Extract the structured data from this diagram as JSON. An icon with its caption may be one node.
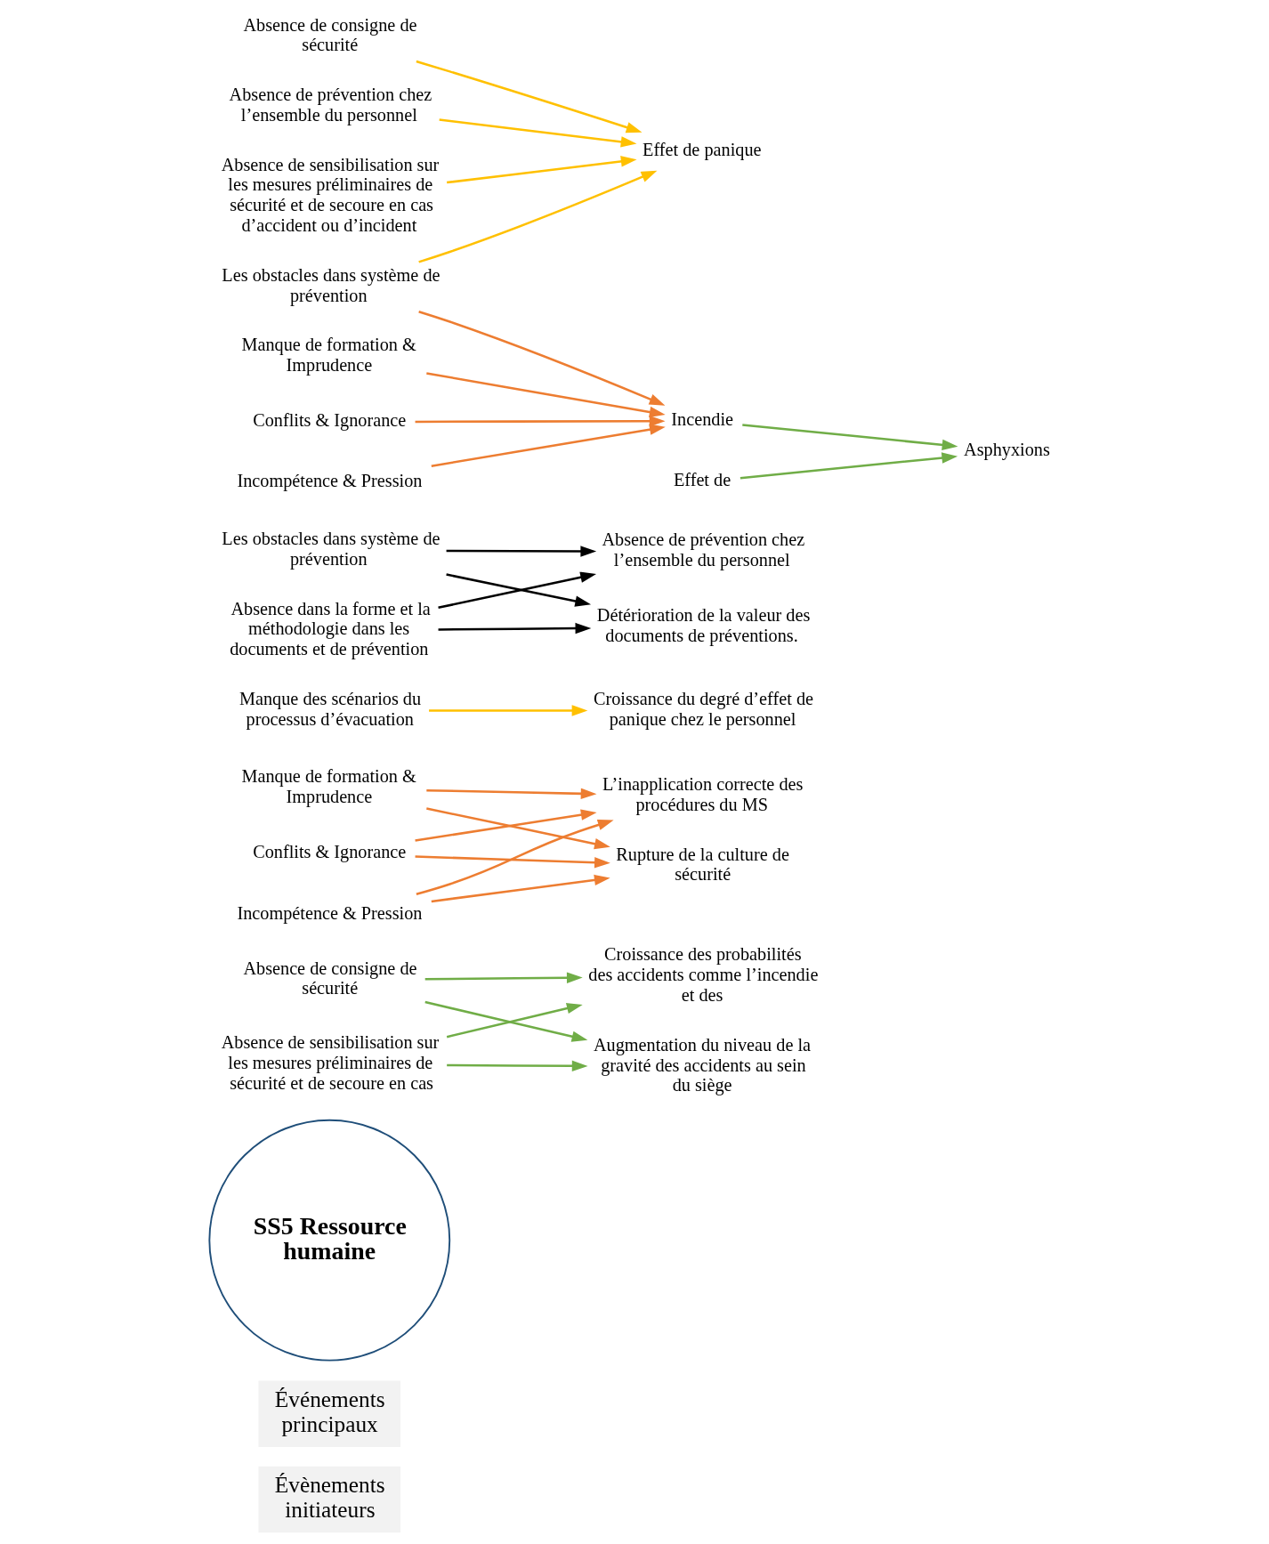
{
  "diagram": {
    "nodes": [
      {
        "text": [
          "Évènements initiateurs"
        ]
      },
      {
        "text": [
          "Événements principaux"
        ]
      },
      {
        "text": [
          "SS5 Ressource humaine"
        ]
      },
      {
        "text": [
          "Absence de consigne de sécurité"
        ]
      },
      {
        "text": [
          "Absence de sensibilisation sur les mesures préliminaires de sécurité et de secoure en cas"
        ]
      },
      {
        "text": [
          "Manque de formation & Imprudence"
        ]
      },
      {
        "text": [
          "Conflits & Ignorance"
        ]
      },
      {
        "text": [
          "Incompétence & Pression"
        ]
      },
      {
        "text": [
          "Manque des scénarios du processus d’évacuation"
        ]
      },
      {
        "text": [
          "Les obstacles dans système de prévention"
        ]
      },
      {
        "text": [
          "Absence dans la forme et la méthodologie dans les documents et de prévention"
        ]
      },
      {
        "text": [
          "Croissance des probabilités des accidents comme l’incendie et des"
        ]
      },
      {
        "text": [
          "Augmentation du niveau de la gravité des accidents au sein du siège"
        ]
      },
      {
        "text": [
          "L’inapplication correcte des procédures du MS"
        ]
      },
      {
        "text": [
          "Rupture de la culture de sécurité"
        ]
      },
      {
        "text": [
          "Croissance du degré d’effet de panique chez le personnel"
        ]
      },
      {
        "text": [
          "Absence de prévention chez l’ensemble du personnel"
        ]
      },
      {
        "text": [
          "Détérioration de la valeur des documents de préventions."
        ]
      },
      {
        "text": [
          "Absence de consigne de sécurité"
        ]
      },
      {
        "text": [
          "Effet de panique"
        ]
      },
      {
        "text": [
          "Absence de prévention chez l’ensemble du personnel"
        ]
      },
      {
        "text": [
          "Absence de sensibilisation sur les mesures préliminaires de sécurité et de secoure en cas d’accident ou d’incident"
        ]
      },
      {
        "text": [
          "Les obstacles dans système de prévention"
        ]
      },
      {
        "text": [
          "Manque de formation & Imprudence"
        ]
      },
      {
        "text": [
          "Conflits & Ignorance"
        ]
      },
      {
        "text": [
          "Incompétence & Pression"
        ]
      },
      {
        "text": [
          "Incendie"
        ]
      },
      {
        "text": [
          "Effet de"
        ]
      },
      {
        "text": [
          "Asphyxions"
        ]
      }
    ],
    "edges": [
      {
        "from": 3,
        "to": 11,
        "arrow": "to",
        "color": "#70ad47"
      },
      {
        "from": 3,
        "to": 12,
        "arrow": "to",
        "color": "#70ad47"
      },
      {
        "from": 4,
        "to": 11,
        "arrow": "to",
        "color": "#70ad47"
      },
      {
        "from": 4,
        "to": 12,
        "arrow": "to",
        "color": "#70ad47"
      },
      {
        "from": 5,
        "to": 13,
        "arrow": "to",
        "color": "#ed7d31"
      },
      {
        "from": 5,
        "to": 14,
        "arrow": "to",
        "color": "#ed7d31"
      },
      {
        "from": 6,
        "to": 13,
        "arrow": "to",
        "color": "#ed7d31"
      },
      {
        "from": 6,
        "to": 14,
        "arrow": "to",
        "color": "#ed7d31"
      },
      {
        "from": 7,
        "to": 13,
        "arrow": "to",
        "color": "#ed7d31"
      },
      {
        "from": 7,
        "to": 14,
        "arrow": "to",
        "color": "#ed7d31"
      },
      {
        "from": 8,
        "to": 15,
        "arrow": "to",
        "color": "#ffc000"
      },
      {
        "from": 9,
        "to": 16,
        "arrow": "to",
        "color": "#000000"
      },
      {
        "from": 9,
        "to": 17,
        "arrow": "to",
        "color": "#000000"
      },
      {
        "from": 10,
        "to": 16,
        "arrow": "to",
        "color": "#000000"
      },
      {
        "from": 10,
        "to": 17,
        "arrow": "to",
        "color": "#000000"
      },
      {
        "from": 18,
        "to": 19,
        "arrow": "to",
        "color": "#ffc000"
      },
      {
        "from": 20,
        "to": 19,
        "arrow": "to",
        "color": "#ffc000"
      },
      {
        "from": 21,
        "to": 19,
        "arrow": "to",
        "color": "#ffc000"
      },
      {
        "from": 22,
        "to": 19,
        "arrow": "to",
        "color": "#ffc000"
      },
      {
        "from": 25,
        "to": 26,
        "arrow": "to",
        "color": "#ed7d31"
      },
      {
        "from": 23,
        "to": 26,
        "arrow": "to",
        "color": "#ed7d31"
      },
      {
        "from": 22,
        "to": 26,
        "arrow": "to",
        "color": "#ed7d31"
      },
      {
        "from": 24,
        "to": 26,
        "arrow": "to",
        "color": "#ed7d31"
      },
      {
        "from": 27,
        "to": 28,
        "arrow": "to",
        "color": "#70ad47"
      },
      {
        "from": 26,
        "to": 28,
        "arrow": "to",
        "color": "#70ad47"
      }
    ]
  }
}
